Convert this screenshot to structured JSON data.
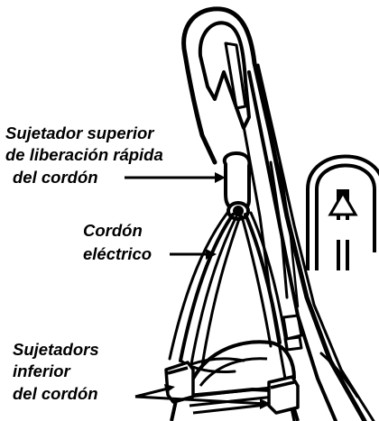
{
  "figure": {
    "type": "vacuum handle cord storage illustration",
    "colors": {
      "line": "#000000",
      "background": "#ffffff"
    }
  },
  "labels": {
    "upper_clip": {
      "line1": "Sujetador superior",
      "line2": "de liberación rápida",
      "line3": "del cordón"
    },
    "cord": {
      "line1": "Cordón",
      "line2": "eléctrico"
    },
    "lower_clips": {
      "line1": "Sujetadors",
      "line2": "inferior",
      "line3": "del cordón"
    }
  },
  "icons": [
    "u-turn-arrow-icon"
  ]
}
